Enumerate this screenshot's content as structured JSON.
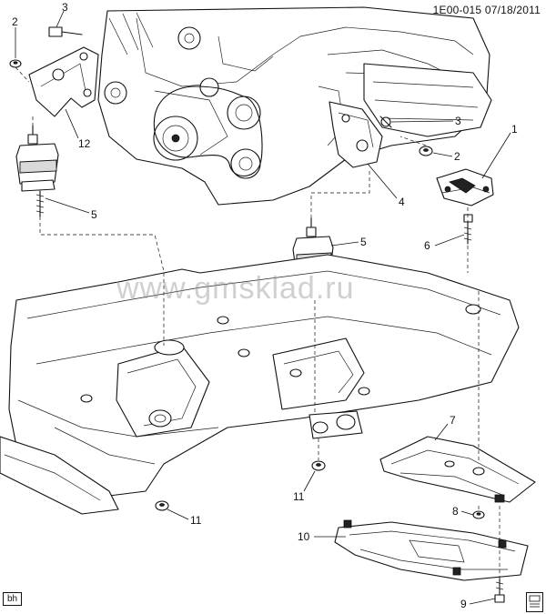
{
  "document_id": "1E00-015  07/18/2011",
  "watermark": "www.gmsklad.ru",
  "corner_tag": "bh",
  "callouts": {
    "c1": "1",
    "c2a": "2",
    "c2b": "2",
    "c3a": "3",
    "c3b": "3",
    "c4": "4",
    "c5a": "5",
    "c5b": "5",
    "c6": "6",
    "c7": "7",
    "c8": "8",
    "c9": "9",
    "c10": "10",
    "c11a": "11",
    "c11b": "11",
    "c12": "12"
  },
  "icons": {
    "corner": "parts-catalog-icon"
  }
}
